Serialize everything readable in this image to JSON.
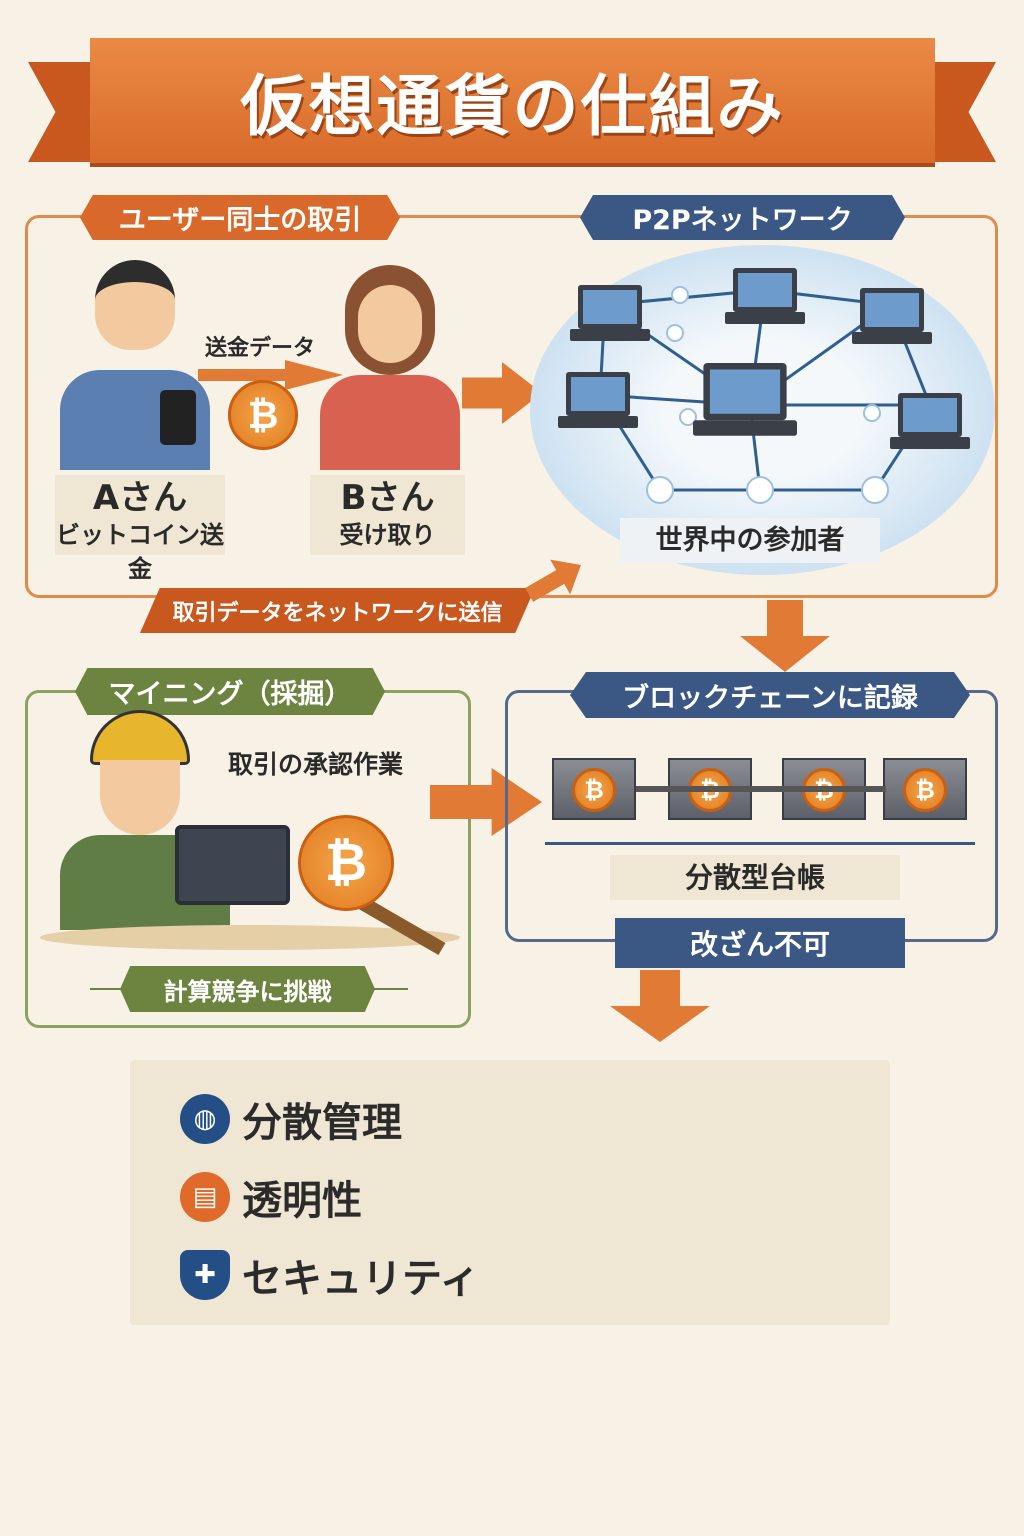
{
  "title": "仮想通貨の仕組み",
  "p2p_section": {
    "user_tag": "ユーザー同士の取引",
    "network_tag": "P2Pネットワーク",
    "send_data_label": "送金データ",
    "coin_symbol": "₿",
    "user_a": {
      "name": "Aさん",
      "action": "ビットコイン送金"
    },
    "user_b": {
      "name": "Bさん",
      "action": "受け取り"
    },
    "participants_label": "世界中の参加者",
    "broadcast_label": "取引データをネットワークに送信"
  },
  "mining_section": {
    "tag": "マイニング（採掘）",
    "speech": "取引の承認作業",
    "coin_symbol": "₿",
    "footer": "計算競争に挑戦"
  },
  "blockchain_section": {
    "tag": "ブロックチェーンに記録",
    "blocks": [
      "₿",
      "₿",
      "₿",
      "₿"
    ],
    "ledger_label": "分散型台帳",
    "immutable_label": "改ざん不可"
  },
  "summary": {
    "items": [
      {
        "icon": "globe-icon",
        "label": "分散管理"
      },
      {
        "icon": "document-icon",
        "label": "透明性"
      },
      {
        "icon": "shield-icon",
        "label": "セキュリティ"
      }
    ]
  },
  "colors": {
    "orange": "#d9692a",
    "navy": "#3b5784",
    "green": "#6d8440",
    "background": "#f8f1e6"
  }
}
